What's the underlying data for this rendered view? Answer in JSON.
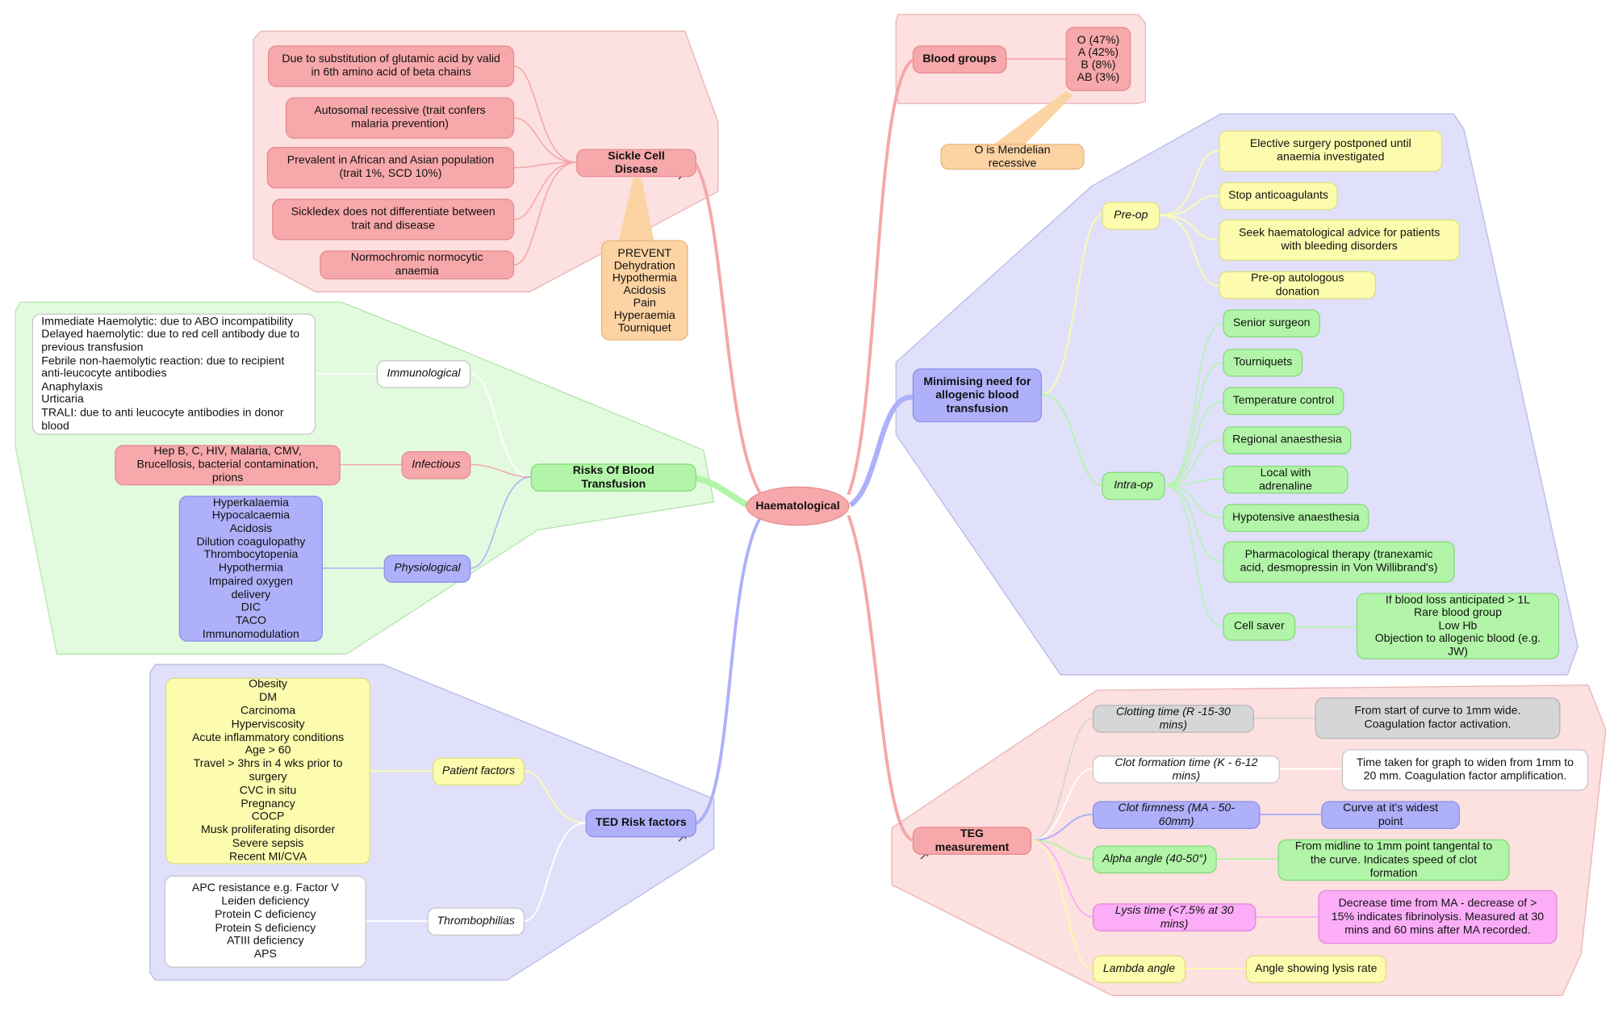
{
  "center": "Haematological",
  "blood_groups": {
    "title": "Blood groups",
    "list": "O (47%)\nA (42%)\nB (8%)\nAB (3%)",
    "callout": "O is Mendelian recessive"
  },
  "sickle": {
    "title": "Sickle Cell Disease",
    "items": [
      "Due to substitution of glutamic acid by valid in 6th amino acid of beta chains",
      "Autosomal recessive (trait confers malaria prevention)",
      "Prevalent in African and Asian population (trait 1%, SCD 10%)",
      "Sickledex does not differentiate between trait and disease",
      "Normochromic normocytic anaemia"
    ],
    "callout": "PREVENT\nDehydration\nHypothermia\nAcidosis\nPain\nHyperaemia\nTourniquet"
  },
  "risks": {
    "title": "Risks Of Blood Transfusion",
    "immunological": {
      "label": "Immunological",
      "detail": "Immediate Haemolytic: due to ABO incompatibility\nDelayed haemolytic: due to red cell antibody due to previous transfusion\nFebrile non-haemolytic reaction: due to recipient anti-leucocyte antibodies\nAnaphylaxis\nUrticaria\nTRALI: due to anti leucocyte antibodies in donor blood"
    },
    "infectious": {
      "label": "Infectious",
      "detail": "Hep B, C, HIV, Malaria, CMV, Brucellosis, bacterial contamination, prions"
    },
    "physiological": {
      "label": "Physiological",
      "detail": "Hyperkalaemia\nHypocalcaemia\nAcidosis\nDilution coagulopathy\nThrombocytopenia\nHypothermia\nImpaired oxygen delivery\nDIC\nTACO\nImmunomodulation"
    }
  },
  "ted": {
    "title": "TED Risk factors",
    "patient": {
      "label": "Patient factors",
      "detail": "Obesity\nDM\nCarcinoma\nHyperviscosity\nAcute inflammatory conditions\nAge > 60\nTravel > 3hrs in 4 wks prior to surgery\nCVC in situ\nPregnancy\nCOCP\nMusk proliferating disorder\nSevere sepsis\nRecent MI/CVA"
    },
    "thrombo": {
      "label": "Thrombophilias",
      "detail": "APC resistance e.g. Factor V Leiden deficiency\nProtein C deficiency\nProtein S deficiency\nATIII deficiency\nAPS"
    }
  },
  "minimising": {
    "title": "Minimising need for allogenic blood transfusion",
    "preop": {
      "label": "Pre-op",
      "items": [
        "Elective surgery postponed until anaemia investigated",
        "Stop anticoagulants",
        "Seek haematological advice for patients with bleeding disorders",
        "Pre-op autologous donation"
      ]
    },
    "intraop": {
      "label": "Intra-op",
      "items": [
        "Senior surgeon",
        "Tourniquets",
        "Temperature control",
        "Regional anaesthesia",
        "Local with adrenaline",
        "Hypotensive anaesthesia",
        "Pharmacological therapy (tranexamic acid, desmopressin in Von Willibrand's)",
        "Cell saver"
      ],
      "cell_saver_detail": "If blood loss anticipated > 1L\nRare blood group\nLow Hb\nObjection to allogenic blood (e.g. JW)"
    }
  },
  "teg": {
    "title": "TEG measurement",
    "params": [
      {
        "label": "Clotting time (R -15-30 mins)",
        "detail": "From start of curve to 1mm wide. Coagulation factor activation."
      },
      {
        "label": "Clot formation time (K - 6-12 mins)",
        "detail": "Time taken for graph to widen from 1mm to 20 mm. Coagulation factor amplification."
      },
      {
        "label": "Clot firmness (MA - 50-60mm)",
        "detail": "Curve at it's widest point"
      },
      {
        "label": "Alpha angle (40-50°)",
        "detail": "From midline to 1mm point tangental to the curve. Indicates speed of clot formation"
      },
      {
        "label": "Lysis time (<7.5% at 30 mins)",
        "detail": "Decrease time from MA - decrease of > 15% indicates fibrinolysis. Measured at 30 mins and 60 mins after MA recorded."
      },
      {
        "label": "Lambda angle",
        "detail": "Angle showing lysis rate"
      }
    ]
  },
  "colors": {
    "red": "#f7a8aa",
    "green": "#b2f5a8",
    "blue": "#aeb0fa",
    "yellow": "#fcfbae",
    "orange": "#fcd3a3",
    "gray": "#d6d6d6",
    "pink": "#fbaef7",
    "region_red": "#fde0e0",
    "region_green": "#e2fbde",
    "region_blue": "#e0e0fb"
  }
}
